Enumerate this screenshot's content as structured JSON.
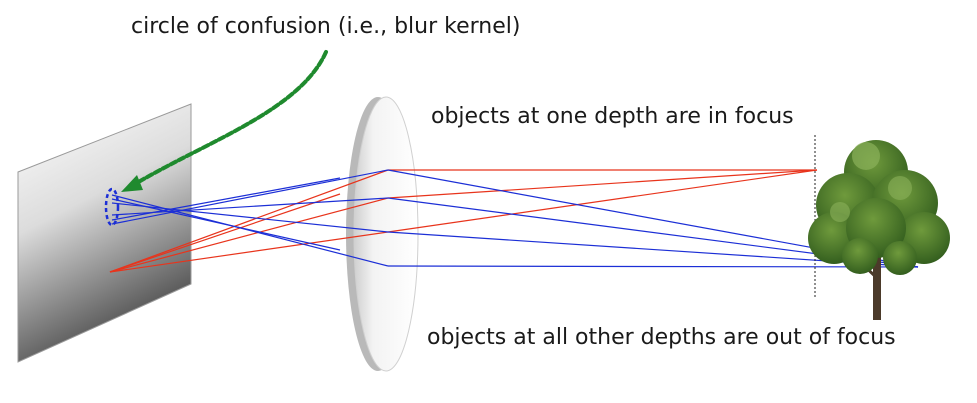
{
  "labels": {
    "circle_of_confusion": "circle of confusion (i.e., blur kernel)",
    "in_focus": "objects at one depth are in focus",
    "out_of_focus": "objects at all other depths are out of focus"
  },
  "colors": {
    "in_focus_ray": "#e8341c",
    "out_of_focus_ray": "#1c2fd6",
    "arrow": "#1f8a2e",
    "focal_line": "#222222"
  }
}
